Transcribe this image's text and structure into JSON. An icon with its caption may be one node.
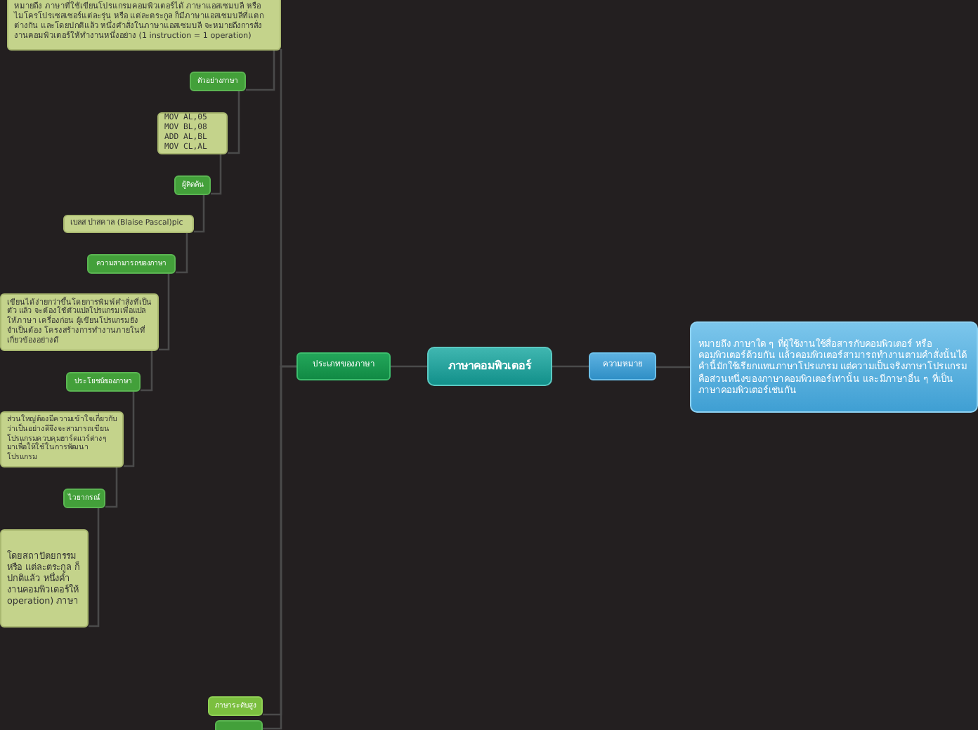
{
  "diagram": {
    "nodes": [
      {
        "text": [
          "ภาษาคอมพิวเตอร์"
        ]
      },
      {
        "text": [
          "ความหมาย"
        ]
      },
      {
        "text": [
          "หมายถึง ภาษาใด ๆ ที่ผู้ใช้งานใช้สื่อสารกับคอมพิวเตอร์ หรือคอมพิวเตอร์ด้วยกัน แล้วคอมพิวเตอร์สามารถทำงานตามคำสั่งนั้นได้ คำนี้มักใช้เรียกแทนภาษาโปรแกรม แต่ความเป็นจริงภาษาโปรแกรมคือส่วนหนึ่งของภาษาคอมพิวเตอร์เท่านั้น และมีภาษาอื่น ๆ ที่เป็นภาษาคอมพิวเตอร์เช่นกัน"
        ]
      },
      {
        "text": [
          "ประเภทของภาษา"
        ]
      },
      {
        "text": [
          "หมายถึง ภาษาที่ใช้เขียนโปรแกรมคอมพิวเตอร์ได้ ภาษาแอสเซมบลี หรือ ไมโครโปรเซสเซอร์แต่ละรุ่น หรือ แต่ละตระกูล ก็มีภาษาแอสเซมบลีที่แตกต่างกัน และโดยปกติแล้ว หนึ่งคำสั่งในภาษาแอสเซมบลี จะหมายถึงการสั่งงานคอมพิวเตอร์ให้ทำงานหนึ่งอย่าง (1 instruction = 1 operation)"
        ]
      },
      {
        "text": [
          "ตัวอย่างภาษา"
        ]
      },
      {
        "text": [
          "MOV AL,05 MOV BL,08 ADD AL,BL MOV CL,AL"
        ]
      },
      {
        "text": [
          "ผู้คิดค้น"
        ]
      },
      {
        "text": [
          "เบลส ปาสคาล (Blaise Pascal)pic"
        ]
      },
      {
        "text": [
          "ความสามารถของภาษา"
        ]
      },
      {
        "text": [
          "เขียนได้ง่ายกว่าขึ้นโดยการพิมพ์คำสั่งที่เป็นตัว แล้ว จะต้องใช้ตัวแปลโปรแกรมเพื่อแปลให้ภาษา เครื่องก่อน ผู้เขียนโปรแกรมยังจำเป็นต้อง โครงสร้างการทำงานภายในที่เกี่ยวข้องอย่างดี"
        ]
      },
      {
        "text": [
          "ประโยชน์ของภาษา"
        ]
      },
      {
        "text": [
          "ส่วนใหญ่ต้องมีความเข้าใจเกี่ยวกับ ว่าเป็นอย่างดีจึงจะสามารถเขียน โปรแกรมควบคุมฮาร์ดแวร์ต่างๆ มาเพื่อให้ใช้ในการพัฒนาโปรแกรม"
        ]
      },
      {
        "text": [
          "ไวยากรณ์"
        ]
      },
      {
        "text": [
          "โดยสถาปัตยกรรม หรือ แต่ละตระกูล ก็ ปกติแล้ว หนึ่งคำ งานคอมพิวเตอร์ให้ operation) ภาษา"
        ]
      },
      {
        "text": [
          "ภาษาระดับสูง"
        ]
      },
      {
        "text": [],
        "shape": "box"
      }
    ],
    "edges": [
      {
        "from": 0,
        "to": 3,
        "arrow": "none"
      },
      {
        "from": 0,
        "to": 1,
        "arrow": "none"
      },
      {
        "from": 1,
        "to": 2,
        "arrow": "none"
      },
      {
        "from": 3,
        "to": 4,
        "arrow": "none"
      },
      {
        "from": 4,
        "to": 5,
        "arrow": "none"
      },
      {
        "from": 5,
        "to": 6,
        "arrow": "none"
      },
      {
        "from": 6,
        "to": 7,
        "arrow": "none"
      },
      {
        "from": 7,
        "to": 8,
        "arrow": "none"
      },
      {
        "from": 8,
        "to": 9,
        "arrow": "none"
      },
      {
        "from": 9,
        "to": 10,
        "arrow": "none"
      },
      {
        "from": 10,
        "to": 11,
        "arrow": "none"
      },
      {
        "from": 11,
        "to": 12,
        "arrow": "none"
      },
      {
        "from": 12,
        "to": 13,
        "arrow": "none"
      },
      {
        "from": 13,
        "to": 14,
        "arrow": "none"
      },
      {
        "from": 3,
        "to": 15,
        "arrow": "none"
      },
      {
        "from": 3,
        "to": 16,
        "arrow": "none"
      }
    ]
  }
}
